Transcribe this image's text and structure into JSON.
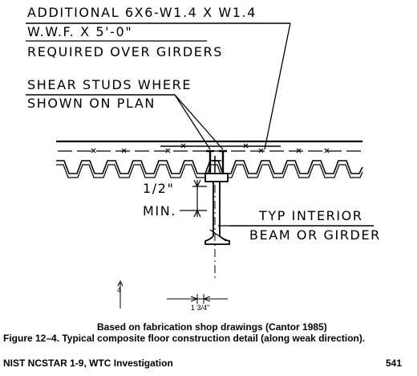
{
  "labels": {
    "wwf_line1": "ADDITIONAL 6X6-W1.4 X W1.4",
    "wwf_line2": "W.W.F. X 5'-0\"",
    "wwf_line3": "REQUIRED OVER GIRDERS",
    "studs_line1": "SHEAR STUDS WHERE",
    "studs_line2": "SHOWN ON PLAN",
    "half_inch": "1/2\"",
    "min": "MIN.",
    "beam_line1": "TYP INTERIOR",
    "beam_line2": "BEAM OR GIRDER",
    "dim_small_4": "4",
    "dim_1_3_4": "1 3/4\""
  },
  "caption": {
    "source": "Based on fabrication shop drawings (Cantor 1985)",
    "figure": "Figure 12–4. Typical composite floor construction detail (along weak direction)."
  },
  "footer": {
    "left": "NIST NCSTAR 1-9, WTC Investigation",
    "page": "541"
  }
}
